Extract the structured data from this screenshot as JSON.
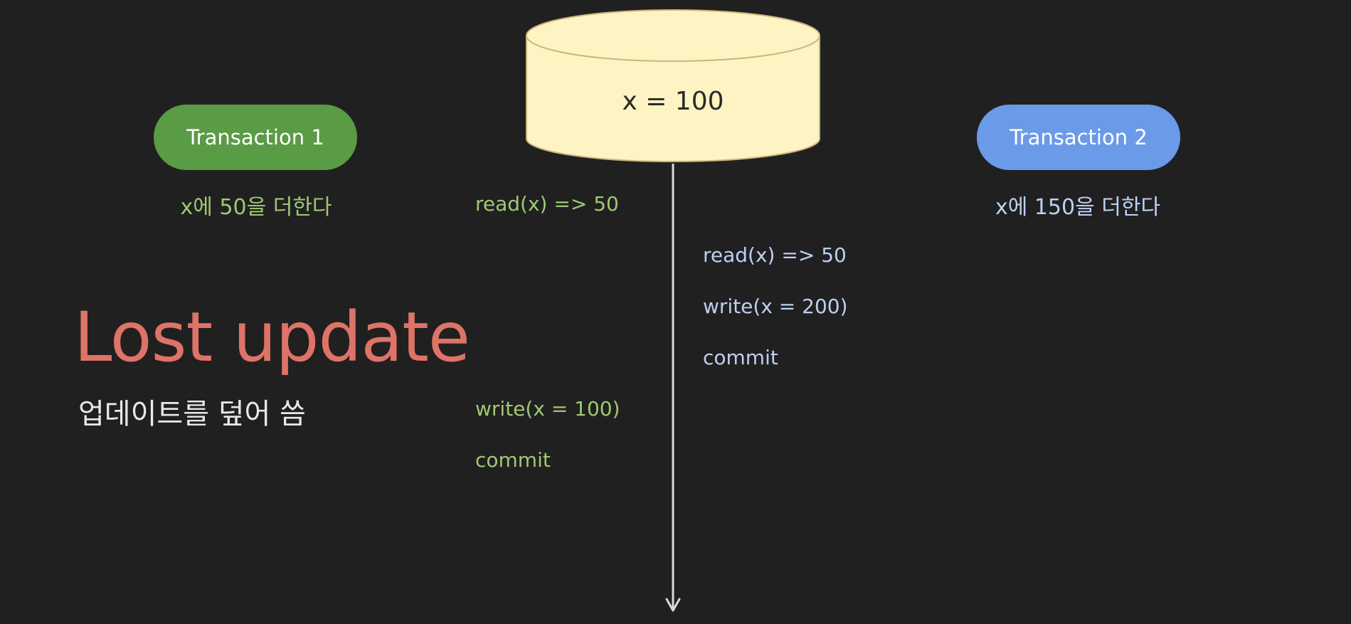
{
  "colors": {
    "background": "#212020",
    "t1": "#5a9b45",
    "t1_text": "#9fc874",
    "t2": "#6b9ae9",
    "t2_text": "#bcd0f2",
    "db_fill": "#fdf3c3",
    "db_stroke": "#c9b77c",
    "title": "#de7368",
    "timeline": "#d9d9d9"
  },
  "database": {
    "label": "x = 100",
    "icon": "database-cylinder-icon"
  },
  "transaction1": {
    "label": "Transaction 1",
    "description": "x에 50을 더한다"
  },
  "transaction2": {
    "label": "Transaction 2",
    "description": "x에 150을 더한다"
  },
  "steps": [
    {
      "text": "read(x) => 50",
      "owner": "t1"
    },
    {
      "text": "read(x) => 50",
      "owner": "t2"
    },
    {
      "text": "write(x = 200)",
      "owner": "t2"
    },
    {
      "text": "commit",
      "owner": "t2"
    },
    {
      "text": "write(x = 100)",
      "owner": "t1"
    },
    {
      "text": "commit",
      "owner": "t1"
    }
  ],
  "title": {
    "main": "Lost update",
    "subtitle": "업데이트를 덮어 씀"
  }
}
